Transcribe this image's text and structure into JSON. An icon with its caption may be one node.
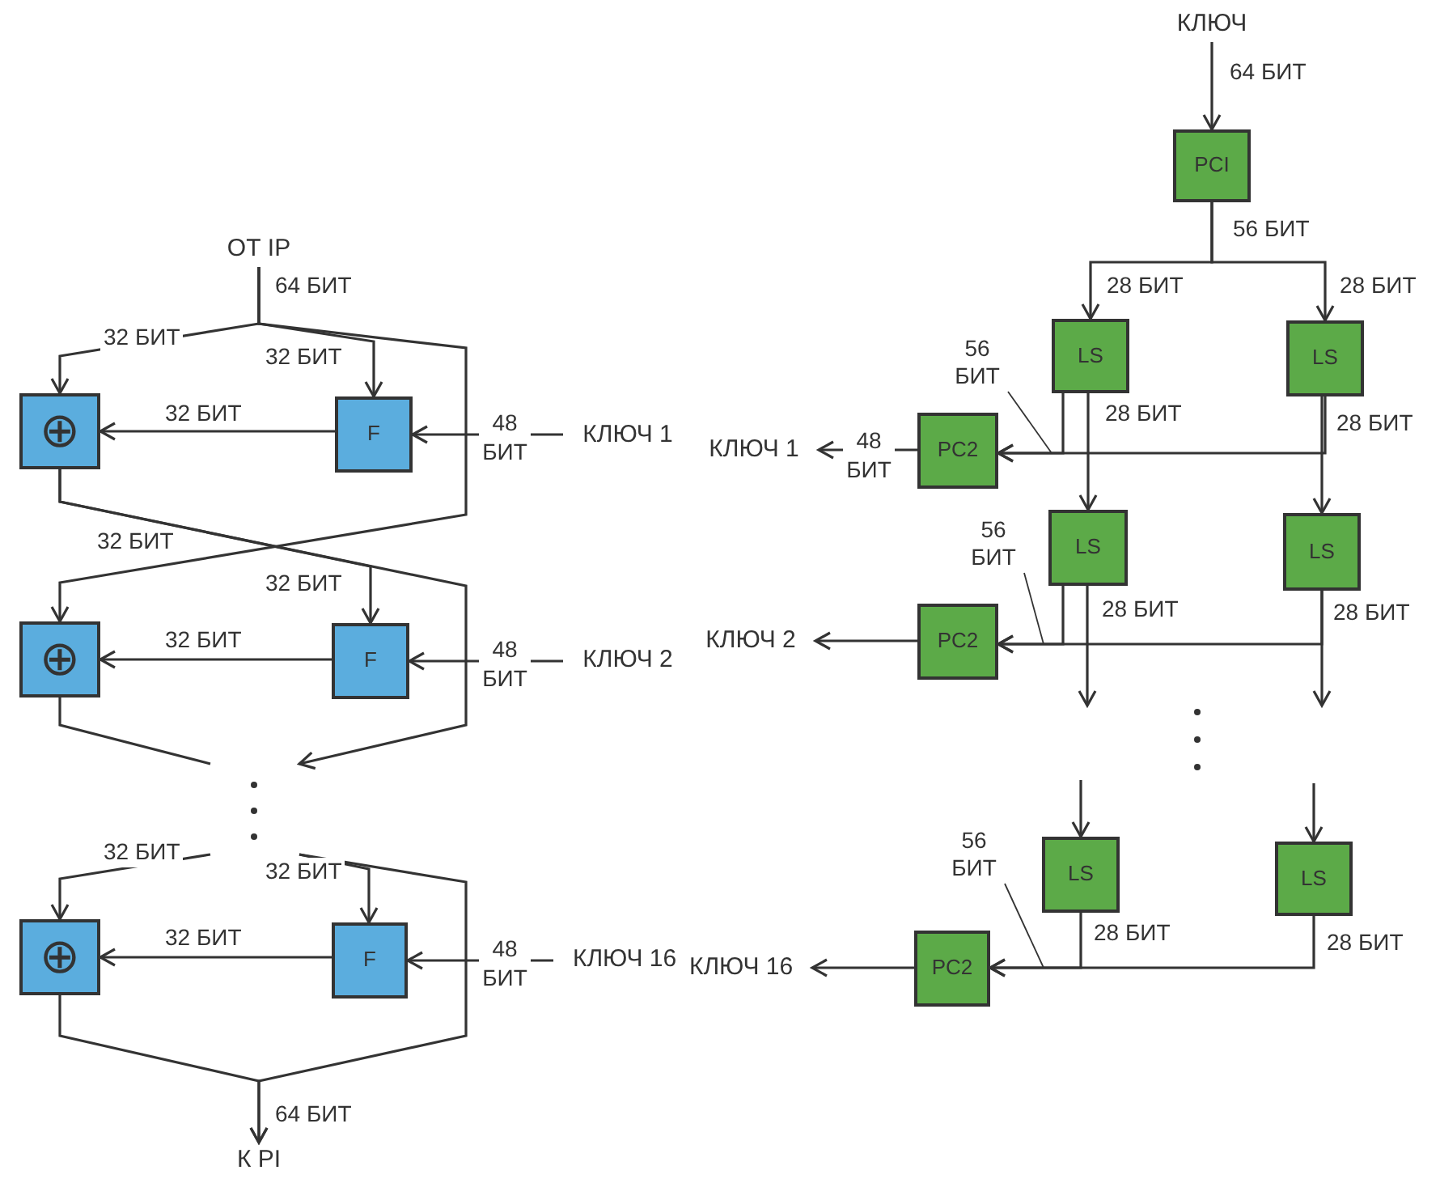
{
  "diagram": {
    "nodes": [
      {
        "text": [
          "ОТ IP"
        ]
      },
      {
        "text": [
          "⊕"
        ]
      },
      {
        "text": [
          "F"
        ]
      },
      {
        "text": [
          "⊕"
        ]
      },
      {
        "text": [
          "F"
        ]
      },
      {
        "text": [
          "⊕"
        ]
      },
      {
        "text": [
          "F"
        ]
      },
      {
        "text": [
          "К PI"
        ]
      },
      {
        "text": [
          "КЛЮЧ"
        ]
      },
      {
        "text": [
          "PCI"
        ]
      },
      {
        "text": [
          "LS"
        ]
      },
      {
        "text": [
          "LS"
        ]
      },
      {
        "text": [
          "PC2"
        ]
      },
      {
        "text": [
          "LS"
        ]
      },
      {
        "text": [
          "LS"
        ]
      },
      {
        "text": [
          "PC2"
        ]
      },
      {
        "text": [
          "LS"
        ]
      },
      {
        "text": [
          "LS"
        ]
      },
      {
        "text": [
          "PC2"
        ]
      },
      {
        "text": [
          "КЛЮЧ 1"
        ]
      },
      {
        "text": [
          "КЛЮЧ 1"
        ]
      },
      {
        "text": [
          "КЛЮЧ 2"
        ]
      },
      {
        "text": [
          "КЛЮЧ 2"
        ]
      },
      {
        "text": [
          "КЛЮЧ 16"
        ]
      },
      {
        "text": [
          "КЛЮЧ 16"
        ]
      },
      {
        "text": [
          "56 БИТ"
        ]
      },
      {
        "text": [
          "56 БИТ"
        ]
      },
      {
        "text": [
          "56 БИТ"
        ]
      }
    ],
    "edges": [
      {
        "from": 0,
        "to": 1,
        "arrow": "to",
        "label": "32 БИТ"
      },
      {
        "from": 0,
        "to": 2,
        "arrow": "to",
        "label": "32 БИТ"
      },
      {
        "from": 0,
        "to": 3,
        "arrow": "to",
        "label": "32 БИТ"
      },
      {
        "from": 2,
        "to": 1,
        "arrow": "to",
        "label": "32 БИТ"
      },
      {
        "from": 19,
        "to": 2,
        "arrow": "to",
        "label": "48 БИТ"
      },
      {
        "from": 1,
        "to": 4,
        "arrow": "to",
        "label": "32 БИТ"
      },
      {
        "from": 1,
        "to": null,
        "arrow": "to"
      },
      {
        "from": 4,
        "to": 3,
        "arrow": "to",
        "label": "32 БИТ"
      },
      {
        "from": 21,
        "to": 4,
        "arrow": "to",
        "label": "48 БИТ"
      },
      {
        "from": 3,
        "to": null,
        "arrow": "none"
      },
      {
        "from": null,
        "to": 5,
        "arrow": "to",
        "label": "32 БИТ"
      },
      {
        "from": null,
        "to": 6,
        "arrow": "to",
        "label": "32 БИТ"
      },
      {
        "from": null,
        "to": 7,
        "arrow": "to"
      },
      {
        "from": 5,
        "to": 7,
        "arrow": "to",
        "label": "64 БИТ"
      },
      {
        "from": 6,
        "to": 5,
        "arrow": "to",
        "label": "32 БИТ"
      },
      {
        "from": 23,
        "to": 6,
        "arrow": "to",
        "label": "48 БИТ"
      },
      {
        "from": 8,
        "to": 9,
        "arrow": "to",
        "label": "64 БИТ"
      },
      {
        "from": 9,
        "to": 10,
        "arrow": "to",
        "label": "28 БИТ"
      },
      {
        "from": 9,
        "to": 11,
        "arrow": "to",
        "label": "28 БИТ"
      },
      {
        "from": 10,
        "to": 12,
        "arrow": "to",
        "label": "28 БИТ"
      },
      {
        "from": 11,
        "to": 12,
        "arrow": "to",
        "label": "28 БИТ"
      },
      {
        "from": 10,
        "to": 13,
        "arrow": "to"
      },
      {
        "from": 11,
        "to": 14,
        "arrow": "to"
      },
      {
        "from": 12,
        "to": 20,
        "arrow": "to",
        "label": "48 БИТ"
      },
      {
        "from": 13,
        "to": 15,
        "arrow": "to",
        "label": "28 БИТ"
      },
      {
        "from": 14,
        "to": 15,
        "arrow": "to",
        "label": "28 БИТ"
      },
      {
        "from": 13,
        "to": null,
        "arrow": "to"
      },
      {
        "from": 14,
        "to": null,
        "arrow": "to"
      },
      {
        "from": 15,
        "to": 22,
        "arrow": "to"
      },
      {
        "from": null,
        "to": 16,
        "arrow": "to"
      },
      {
        "from": null,
        "to": 17,
        "arrow": "to"
      },
      {
        "from": 16,
        "to": 18,
        "arrow": "to",
        "label": "28 БИТ"
      },
      {
        "from": 17,
        "to": 18,
        "arrow": "to",
        "label": "28 БИТ"
      },
      {
        "from": 18,
        "to": 24,
        "arrow": "to"
      },
      {
        "from": 25,
        "to": null,
        "arrow": "none"
      },
      {
        "from": 26,
        "to": null,
        "arrow": "none"
      },
      {
        "from": 27,
        "to": null,
        "arrow": "none"
      }
    ],
    "labels": [
      "64 БИТ",
      "56 БИТ"
    ]
  }
}
